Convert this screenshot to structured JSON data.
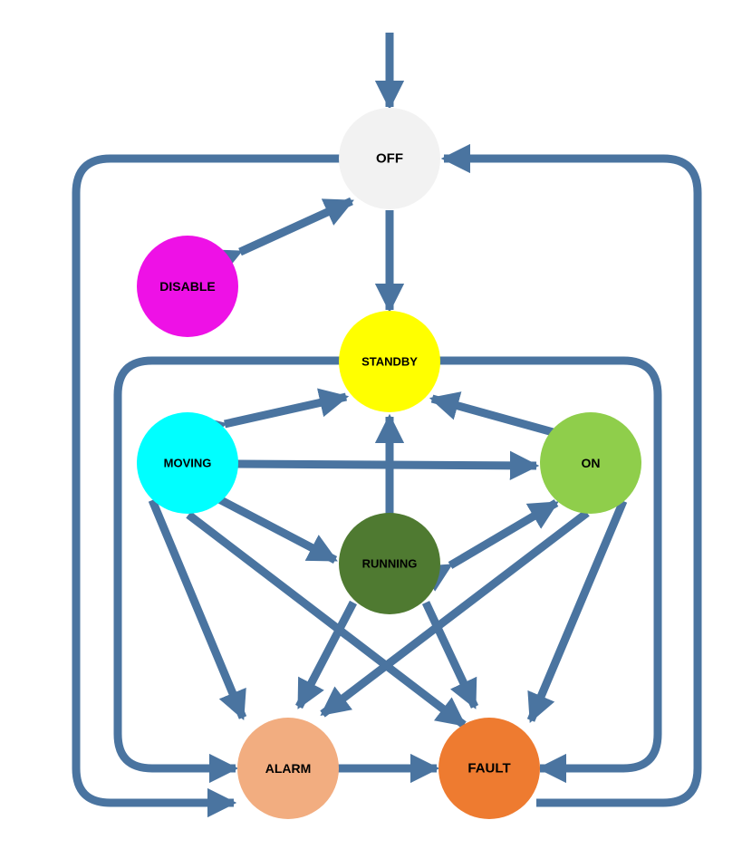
{
  "diagram": {
    "edge_color": "#4a74a0",
    "states": {
      "off": {
        "label": "OFF",
        "color": "#f2f2f2"
      },
      "disable": {
        "label": "DISABLE",
        "color": "#ee11e6"
      },
      "standby": {
        "label": "STANDBY",
        "color": "#ffff00"
      },
      "moving": {
        "label": "MOVING",
        "color": "#00ffff"
      },
      "on": {
        "label": "ON",
        "color": "#8fce4b"
      },
      "running": {
        "label": "RUNNING",
        "color": "#4f7a31"
      },
      "alarm": {
        "label": "ALARM",
        "color": "#f2ad80"
      },
      "fault": {
        "label": "FAULT",
        "color": "#ee7b30"
      }
    }
  }
}
